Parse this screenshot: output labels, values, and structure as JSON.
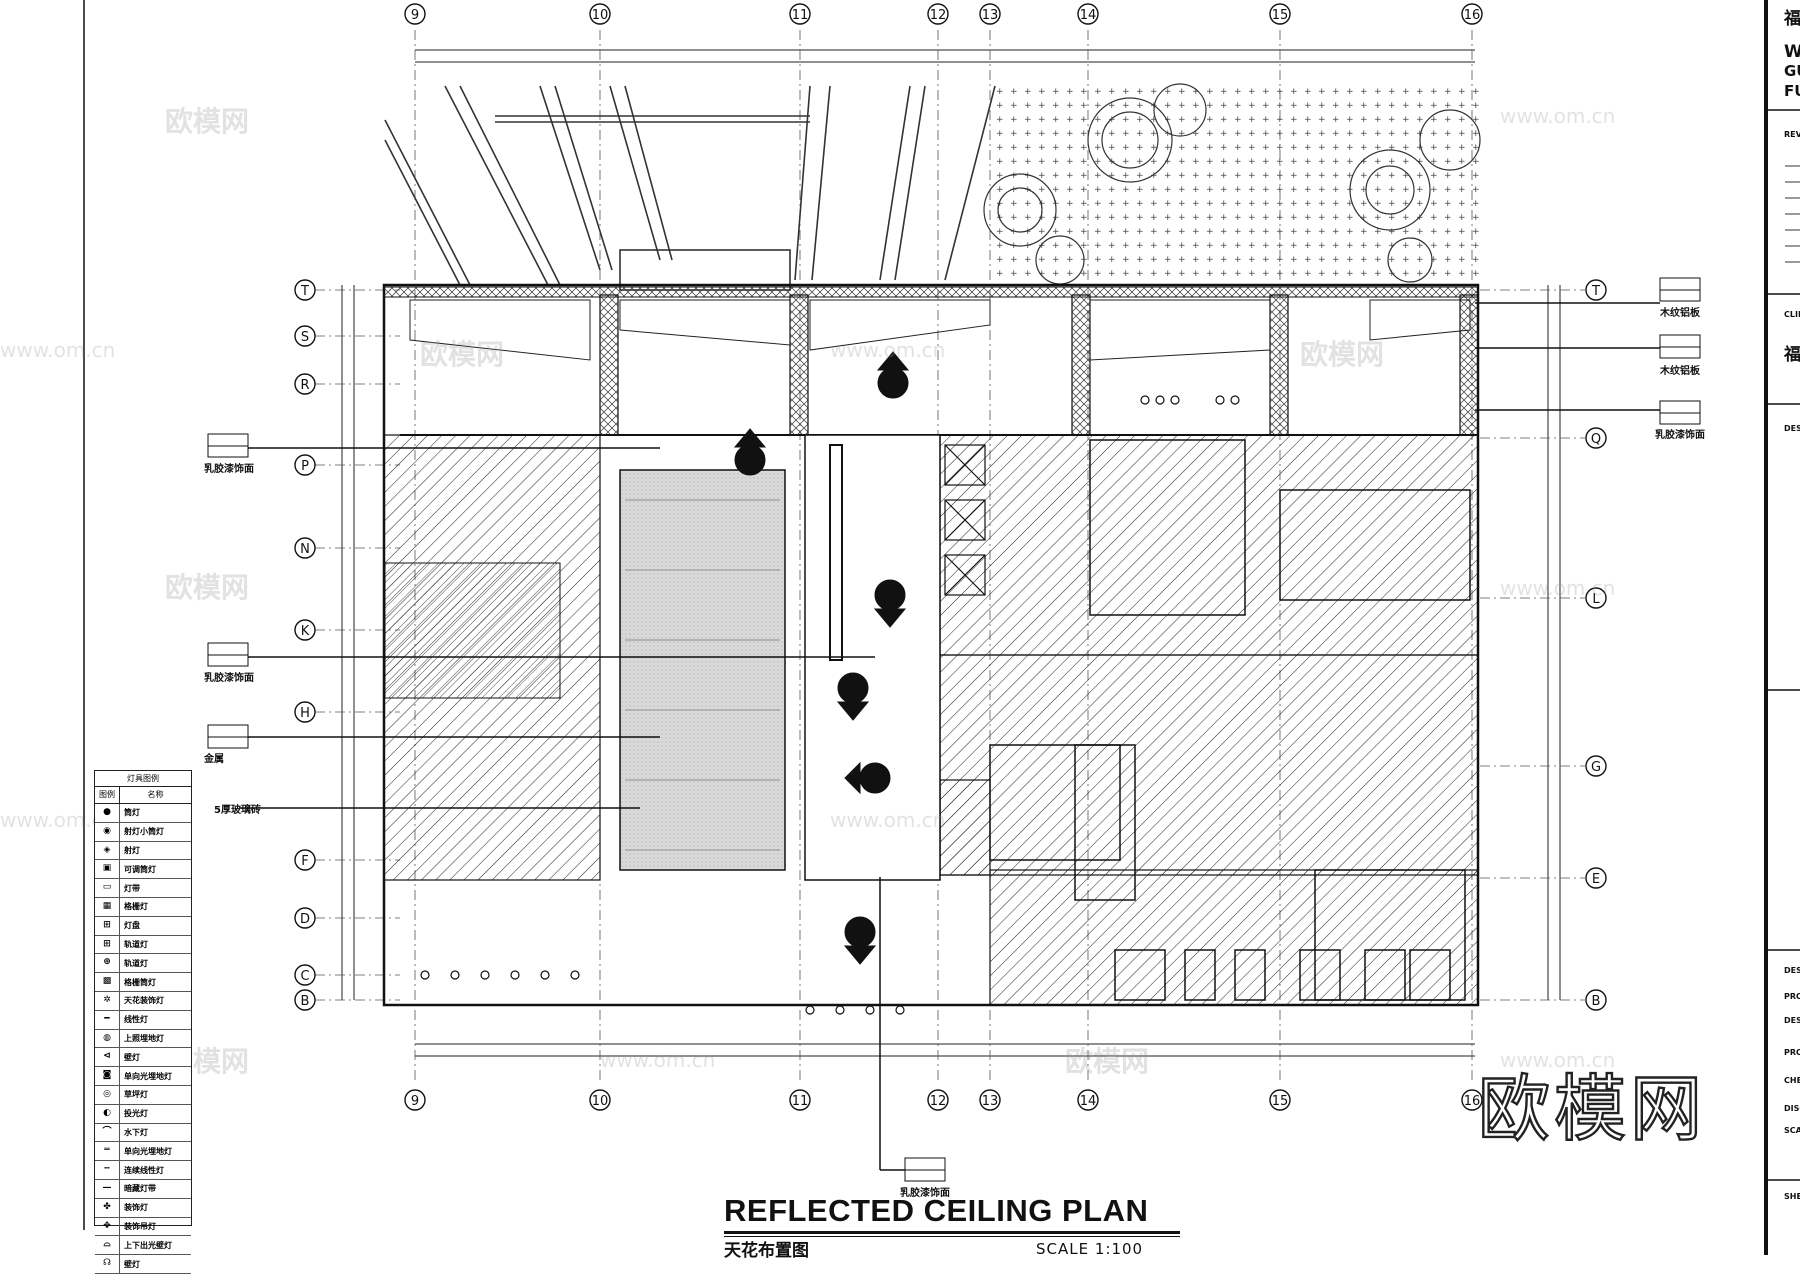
{
  "title": {
    "en": "REFLECTED CEILING PLAN",
    "cn": "天花布置图",
    "scale": "SCALE  1:100"
  },
  "brand_logo": "欧模网",
  "watermarks": [
    "欧模网",
    "www.om.cn"
  ],
  "grid_columns": [
    "9",
    "10",
    "11",
    "12",
    "13",
    "14",
    "15",
    "16"
  ],
  "grid_rows": [
    "T",
    "S",
    "R",
    "P",
    "N",
    "K",
    "H",
    "F",
    "D",
    "C",
    "B"
  ],
  "grid_rows_right": [
    "T",
    "Q",
    "L",
    "G",
    "E",
    "B"
  ],
  "ceiling_notes_left": [
    {
      "label": "乳胶漆饰面"
    },
    {
      "label": "乳胶漆饰面"
    },
    {
      "label": "金属"
    },
    {
      "label": "5厚玻璃砖"
    }
  ],
  "ceiling_notes_right": [
    {
      "label": "木纹铝板"
    },
    {
      "label": "木纹铝板"
    },
    {
      "label": "乳胶漆饰面"
    }
  ],
  "ceiling_note_bottom": {
    "label": "乳胶漆饰面"
  },
  "legend": {
    "header": "灯具图例",
    "col_symbol": "图例",
    "col_name": "名称",
    "items": [
      {
        "icon": "●",
        "name": "筒灯"
      },
      {
        "icon": "◉",
        "name": "射灯小筒灯"
      },
      {
        "icon": "◈",
        "name": "射灯"
      },
      {
        "icon": "▣",
        "name": "可调筒灯"
      },
      {
        "icon": "▭",
        "name": "灯带"
      },
      {
        "icon": "▦",
        "name": "格栅灯"
      },
      {
        "icon": "⊞",
        "name": "灯盘"
      },
      {
        "icon": "⊞",
        "name": "轨道灯"
      },
      {
        "icon": "⊕",
        "name": "轨道灯"
      },
      {
        "icon": "▩",
        "name": "格栅筒灯"
      },
      {
        "icon": "✲",
        "name": "天花装饰灯"
      },
      {
        "icon": "━",
        "name": "线性灯"
      },
      {
        "icon": "◍",
        "name": "上照埋地灯"
      },
      {
        "icon": "⊲",
        "name": "壁灯"
      },
      {
        "icon": "◙",
        "name": "单向光埋地灯"
      },
      {
        "icon": "◎",
        "name": "草坪灯"
      },
      {
        "icon": "◐",
        "name": "投光灯"
      },
      {
        "icon": "⌒",
        "name": "水下灯"
      },
      {
        "icon": "═",
        "name": "单向光埋地灯"
      },
      {
        "icon": "┅",
        "name": "连续线性灯"
      },
      {
        "icon": "—",
        "name": "暗藏灯带"
      },
      {
        "icon": "✤",
        "name": "装饰灯"
      },
      {
        "icon": "✥",
        "name": "装饰吊灯"
      },
      {
        "icon": "⌓",
        "name": "上下出光壁灯"
      },
      {
        "icon": "☊",
        "name": "壁灯"
      }
    ]
  },
  "title_block": {
    "lines": [
      "福",
      "W",
      "GU",
      "FU",
      "REV",
      "CLIE",
      "福",
      "DES",
      "DES",
      "PRO",
      "DES",
      "PRO",
      "CHE",
      "DISC",
      "SCA",
      "SHE"
    ]
  }
}
